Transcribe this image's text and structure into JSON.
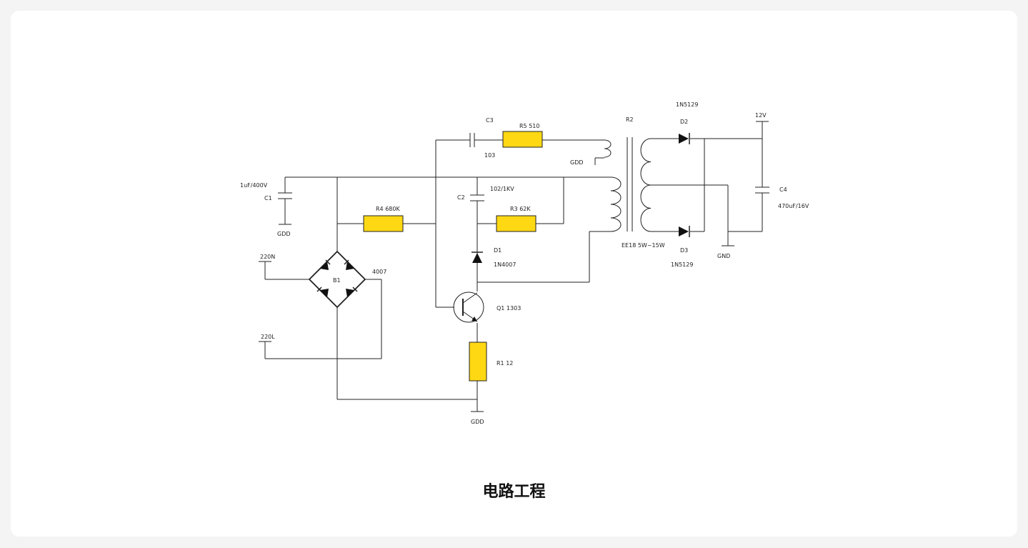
{
  "title": "电路工程",
  "labels": {
    "c1": "C1",
    "c1_value": "1uF/400V",
    "gdd_c1": "GDD",
    "r4": "R4 680K",
    "b1": "B1",
    "bridge_part": "4007",
    "in_220n": "220N",
    "in_220l": "220L",
    "c3": "C3",
    "c3_value": "103",
    "r5": "R5  510",
    "c2": "C2",
    "c2_value": "102/1KV",
    "r3": "R3 62K",
    "d1": "D1",
    "d1_part": "1N4007",
    "q1": "Q1 1303",
    "r1": "R1 12",
    "gdd_bottom": "GDD",
    "gdd_feedback": "GDD",
    "r2": "R2",
    "transformer": "EE18 5W~15W",
    "d2_part": "1N5129",
    "d2": "D2",
    "d3": "D3",
    "d3_part": "1N5129",
    "v12": "12V",
    "c4": "C4",
    "c4_value": "470uF/16V",
    "gnd": "GND"
  }
}
